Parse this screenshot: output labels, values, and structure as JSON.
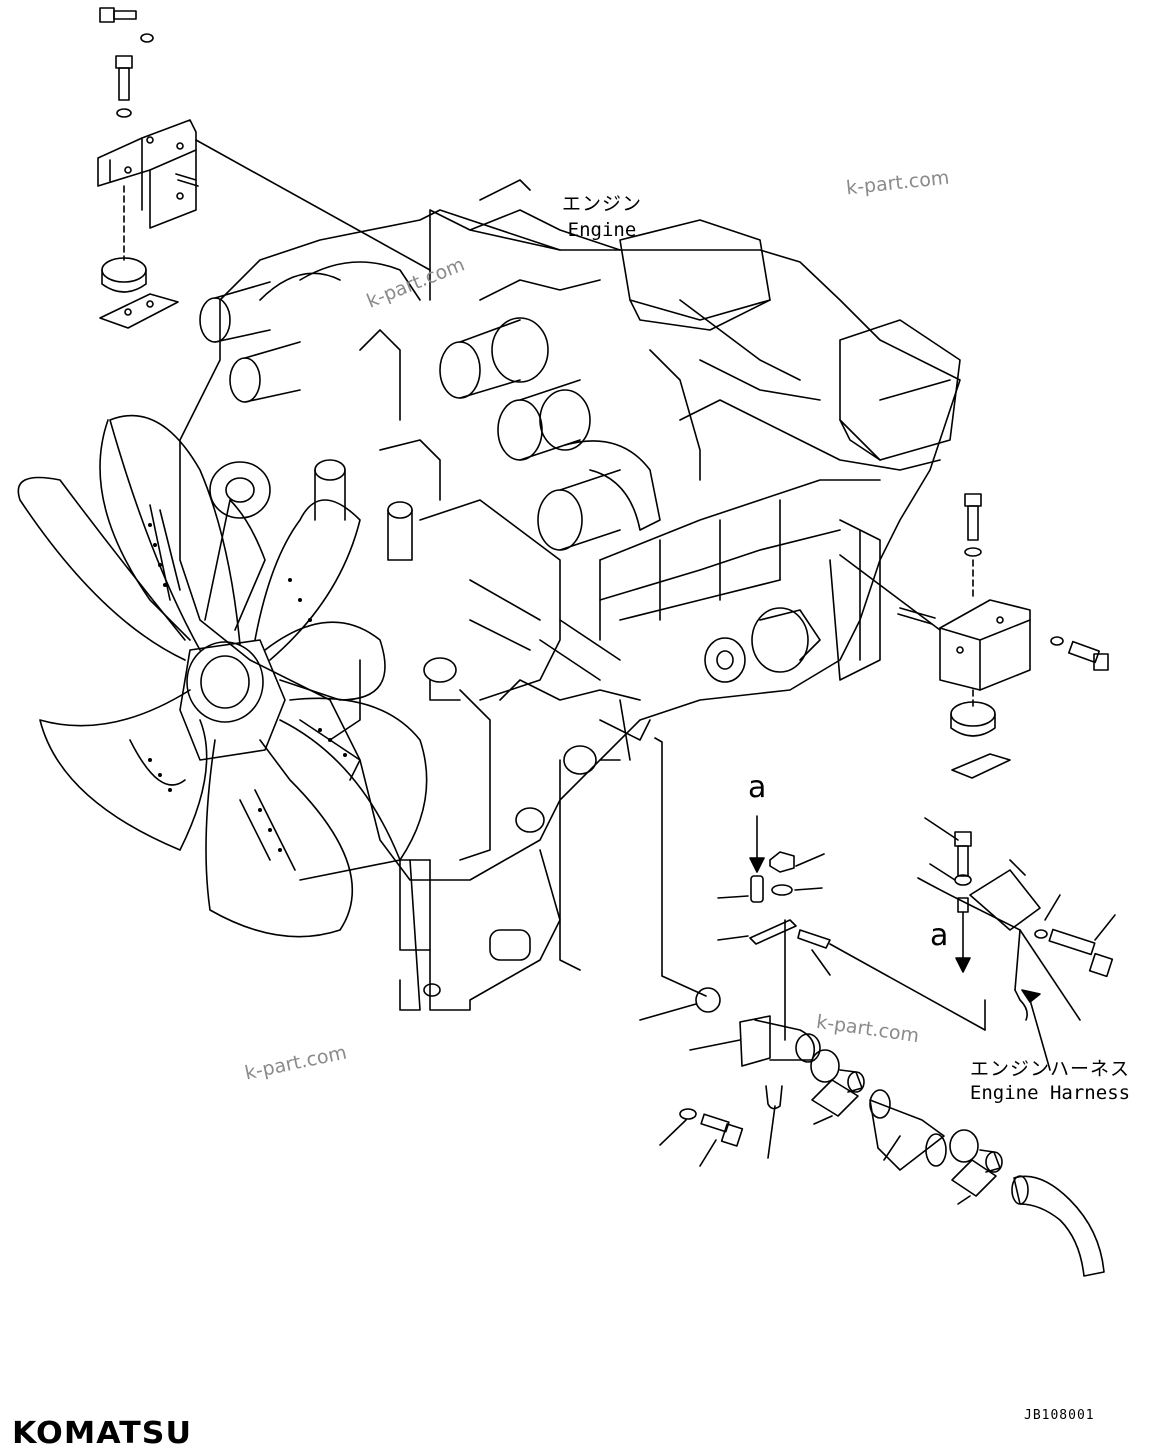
{
  "labels": {
    "engine_jp": "エンジン",
    "engine_en": "Engine",
    "harness_jp": "エンジンハーネス",
    "harness_en": "Engine Harness"
  },
  "ref_marks": [
    "a",
    "a"
  ],
  "watermarks": [
    "k-part.com",
    "k-part.com",
    "k-part.com",
    "k-part.com"
  ],
  "drawing_code": "JB108001",
  "brand": "KOMATSU",
  "icons": [
    "engine-illustration",
    "fan-blades",
    "engine-mount-bracket",
    "mount-rubber-cushion",
    "bolt",
    "washer",
    "o-ring",
    "hose-clamp",
    "hose",
    "pipe",
    "leader-arrow"
  ],
  "colors": {
    "line": "#000000",
    "watermark": "#8a8a8a",
    "background": "#ffffff"
  }
}
